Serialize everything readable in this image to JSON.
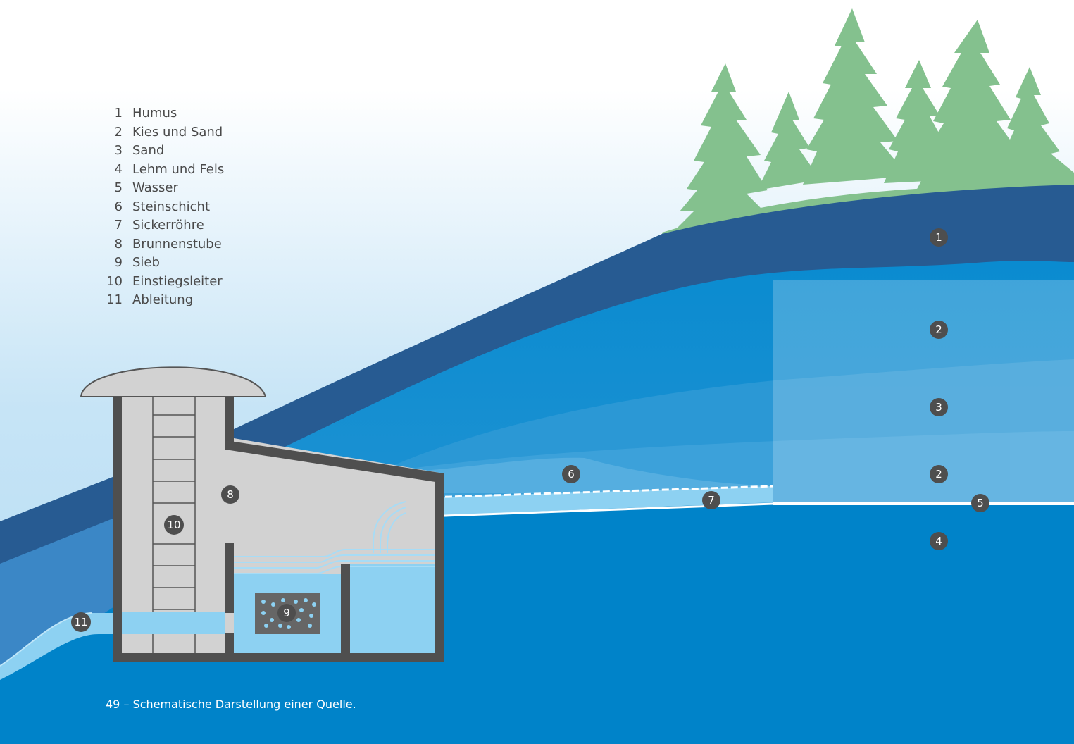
{
  "legend": [
    {
      "num": "1",
      "label": "Humus"
    },
    {
      "num": "2",
      "label": "Kies und Sand"
    },
    {
      "num": "3",
      "label": "Sand"
    },
    {
      "num": "4",
      "label": "Lehm und Fels"
    },
    {
      "num": "5",
      "label": "Wasser"
    },
    {
      "num": "6",
      "label": "Steinschicht"
    },
    {
      "num": "7",
      "label": "Sickerröhre"
    },
    {
      "num": "8",
      "label": "Brunnenstube"
    },
    {
      "num": "9",
      "label": "Sieb"
    },
    {
      "num": "10",
      "label": "Einstiegsleiter"
    },
    {
      "num": "11",
      "label": "Ableitung"
    }
  ],
  "markers": {
    "humus": "1",
    "kies_upper": "2",
    "sand": "3",
    "kies_lower": "2",
    "lehm": "4",
    "wasser": "5",
    "stein": "6",
    "sicker": "7",
    "brunnen": "8",
    "sieb": "9",
    "leiter": "10",
    "ableitung": "11"
  },
  "caption": "49 – Schematische Darstellung einer Quelle.",
  "colors": {
    "sky_top": "#ffffff",
    "sky_bottom": "#bfe1f5",
    "trees": "#84c18e",
    "humus": "#275b92",
    "ground_light": "#3b87c6",
    "ground_deep": "#0083c9",
    "water": "#8dd1f2",
    "building": "#d2d2d2",
    "wall": "#4f4f4f",
    "marker_dark": "#4e4e4e"
  }
}
